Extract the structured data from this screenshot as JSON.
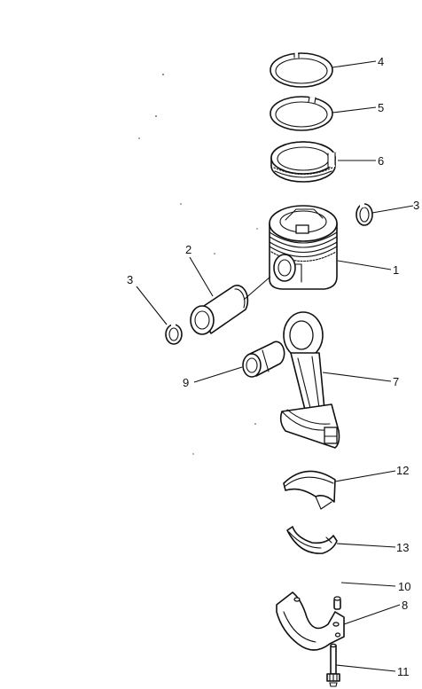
{
  "callouts": {
    "piston": "1",
    "piston_pin": "2",
    "snap_ring_right": "3",
    "snap_ring_left": "3",
    "top_ring": "4",
    "second_ring": "5",
    "oil_ring": "6",
    "connecting_rod": "7",
    "rod_cap": "8",
    "small_end_bushing": "9",
    "dowel_pin": "10",
    "rod_bolt": "11",
    "upper_bearing": "12",
    "lower_bearing": "13"
  }
}
